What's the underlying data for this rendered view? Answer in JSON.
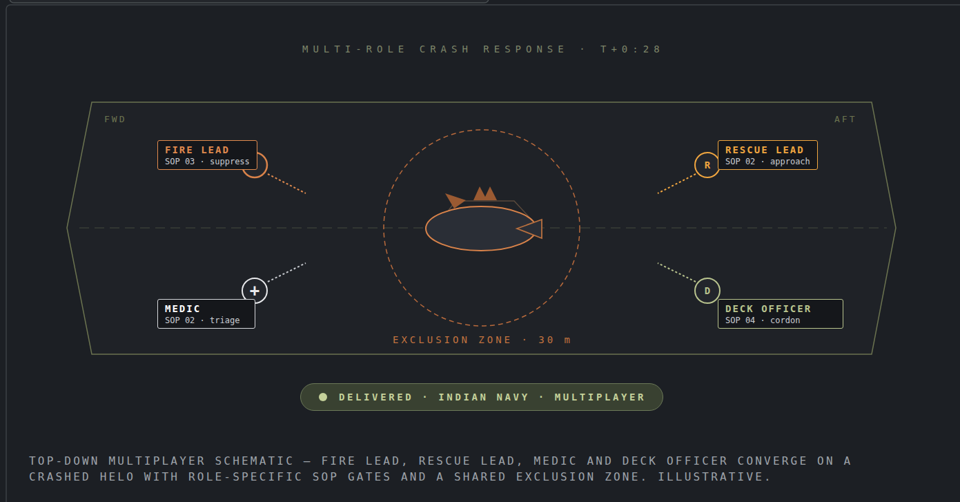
{
  "diagram": {
    "title": "MULTI-ROLE CRASH RESPONSE · T+0:28",
    "caption": "TOP-DOWN MULTIPLAYER SCHEMATIC — FIRE LEAD, RESCUE LEAD, MEDIC AND DECK OFFICER CONVERGE ON A CRASHED HELO WITH ROLE-SPECIFIC SOP GATES AND A SHARED EXCLUSION ZONE. ILLUSTRATIVE.",
    "nodes": [
      {
        "text": [
          "FIRE LEAD",
          "SOP 03 · suppress"
        ]
      },
      {
        "text": [
          "R"
        ]
      },
      {
        "text": [
          "RESCUE LEAD",
          "SOP 02 · approach"
        ]
      },
      {
        "text": [
          "EXCLUSION ZONE · 30 m"
        ]
      },
      {
        "text": [
          "+"
        ]
      },
      {
        "text": [
          "MEDIC",
          "SOP 02 · triage"
        ]
      },
      {
        "text": [
          "D"
        ]
      },
      {
        "text": [
          "DECK OFFICER",
          "SOP 04 · cordon"
        ]
      },
      {
        "text": [
          "DELIVERED · INDIAN NAVY · MULTIPLAYER"
        ]
      }
    ],
    "labels": [
      "FWD",
      "AFT"
    ]
  }
}
